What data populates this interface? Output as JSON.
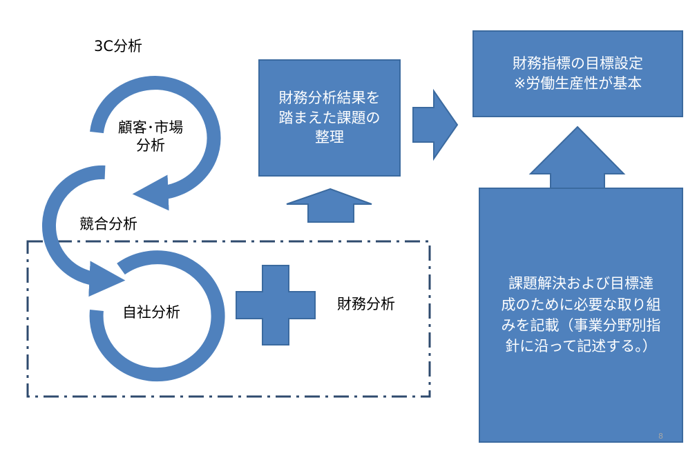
{
  "title": "3C分析",
  "cycle": {
    "customer": [
      "顧客･市場",
      "分析"
    ],
    "competitor": "競合分析",
    "company": "自社分析"
  },
  "finance_analysis": "財務分析",
  "issues_box": [
    "財務分析結果を",
    "踏まえた課題の",
    "整理"
  ],
  "target_box": [
    "財務指標の目標設定",
    "※労働生産性が基本"
  ],
  "action_box": [
    "課題解決および目標達",
    "成のために必要な取り組",
    "みを記載（事業分野別指",
    "針に沿って記述する。）"
  ],
  "page_number": "8",
  "colors": {
    "shape_fill": "#4f81bd",
    "shape_border": "#3b6a9f",
    "dashed_frame": "#2e4a6d"
  }
}
